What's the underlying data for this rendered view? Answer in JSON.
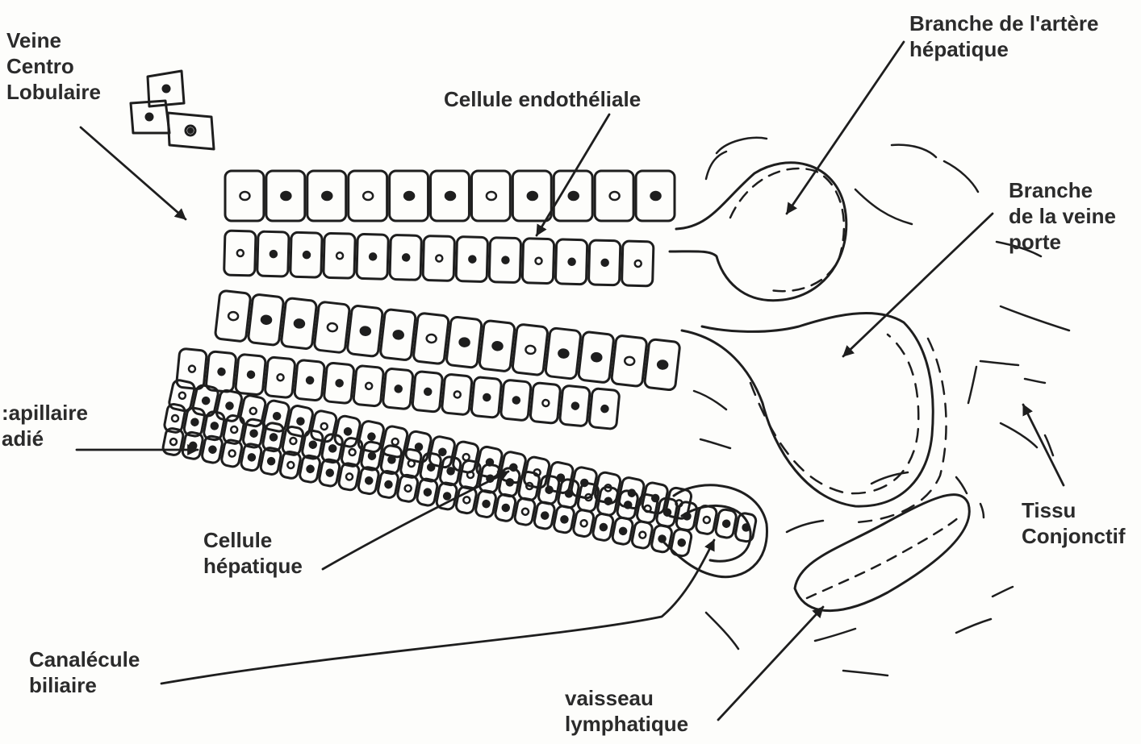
{
  "labels": {
    "veine_centro_lobulaire": [
      "Veine",
      "Centro",
      "Lobulaire"
    ],
    "cellule_endotheliale": "Cellule endothéliale",
    "branche_artere": [
      "Branche de l'artère",
      "hépatique"
    ],
    "branche_veine_porte": [
      "Branche",
      "de la veine",
      "porte"
    ],
    "capillaire_radie": [
      ":apillaire",
      "adié"
    ],
    "cellule_hepatique": [
      "Cellule",
      "hépatique"
    ],
    "tissu_conjonctif": [
      "Tissu",
      "Conjonctif"
    ],
    "canalecule_biliaire": [
      "Canalécule",
      "biliaire"
    ],
    "vaisseau_lymphatique": [
      "vaisseau",
      "lymphatique"
    ]
  },
  "colors": {
    "ink": "#1e1e1e",
    "text": "#2b2b2b",
    "paper": "#fdfdfb"
  }
}
